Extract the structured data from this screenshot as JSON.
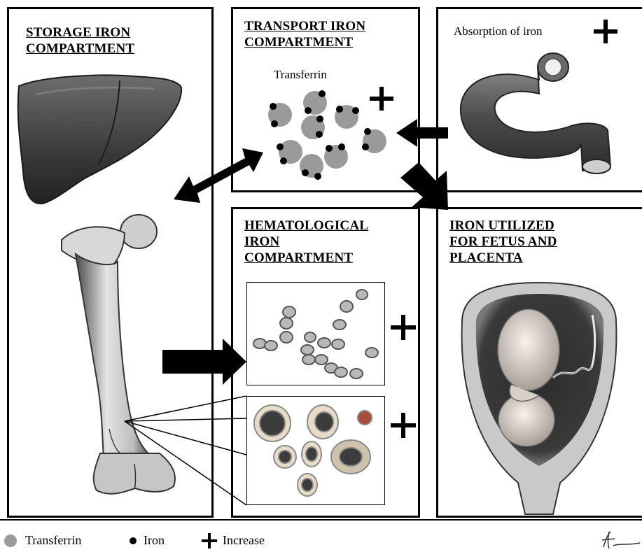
{
  "panels": {
    "storage": {
      "title_lines": [
        "STORAGE IRON",
        "COMPARTMENT"
      ]
    },
    "transport": {
      "title_lines": [
        "TRANSPORT IRON",
        "COMPARTMENT"
      ],
      "transferrin_label": "Transferrin"
    },
    "absorption": {
      "label": "Absorption of iron"
    },
    "hematological": {
      "title_lines": [
        "HEMATOLOGICAL",
        "IRON",
        "COMPARTMENT"
      ]
    },
    "utilized": {
      "title_lines": [
        "IRON UTILIZED",
        "FOR FETUS AND",
        "PLACENTA"
      ]
    }
  },
  "legend": {
    "transferrin": "Transferrin",
    "iron": "Iron",
    "increase": "Increase"
  },
  "colors": {
    "transferrin": "#9a9a9a",
    "iron": "#000000",
    "border": "#000000"
  }
}
